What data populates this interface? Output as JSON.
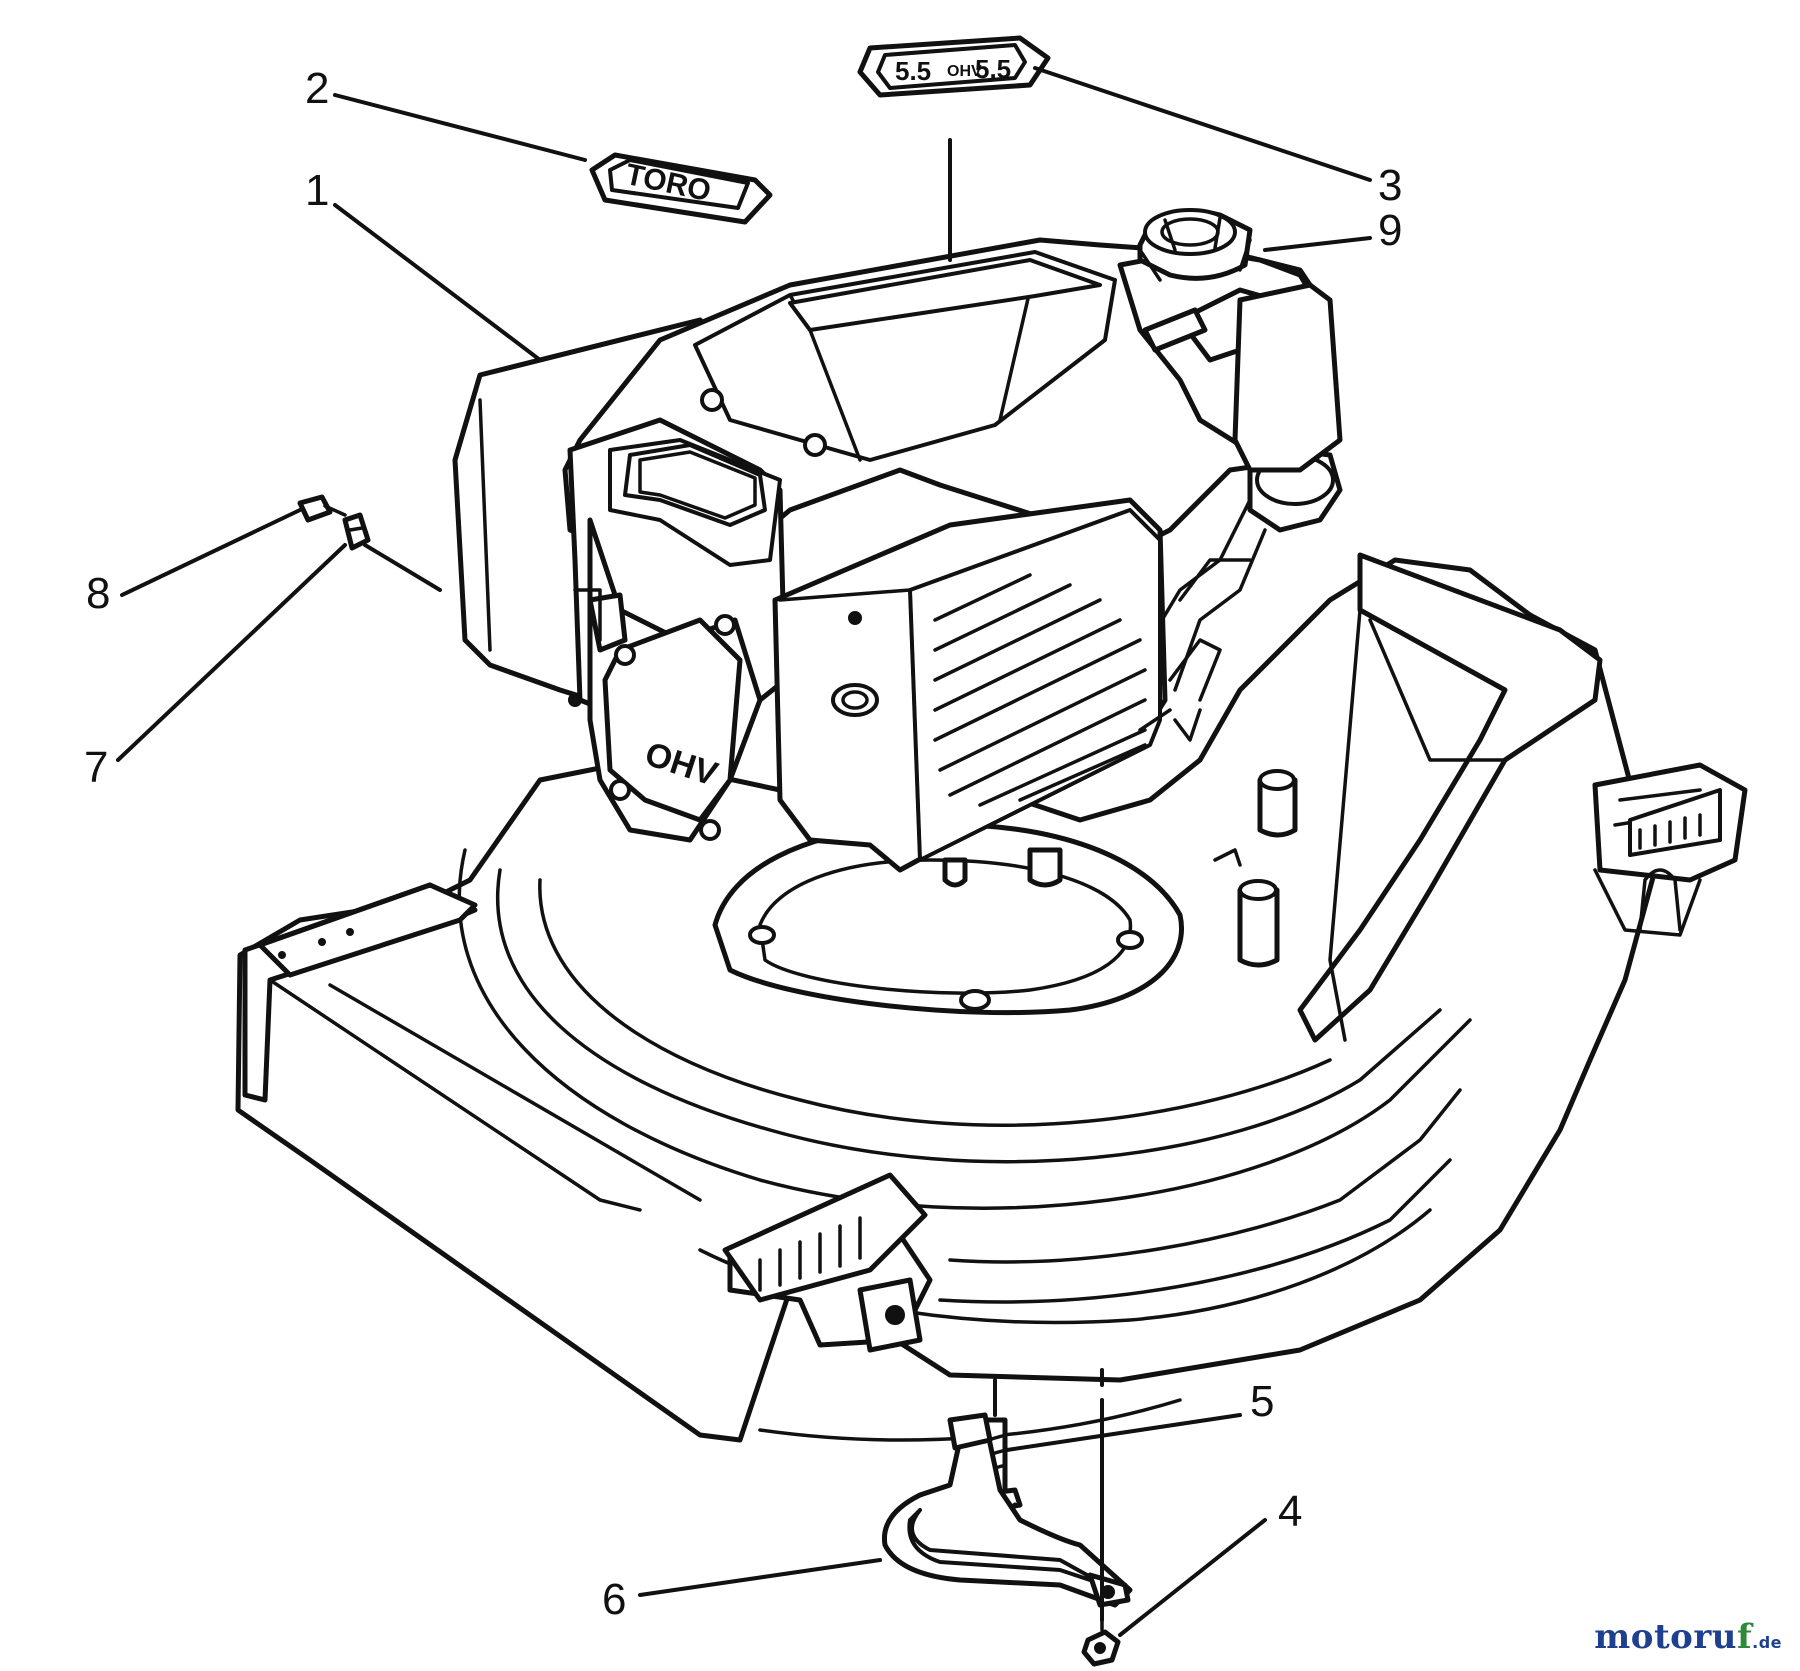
{
  "callouts": [
    {
      "id": "1",
      "label": "1"
    },
    {
      "id": "2",
      "label": "2"
    },
    {
      "id": "3",
      "label": "3"
    },
    {
      "id": "4",
      "label": "4"
    },
    {
      "id": "5",
      "label": "5"
    },
    {
      "id": "6",
      "label": "6"
    },
    {
      "id": "7",
      "label": "7"
    },
    {
      "id": "8",
      "label": "8"
    },
    {
      "id": "9",
      "label": "9"
    }
  ],
  "decals": {
    "brand": "TORO",
    "power_top": "5.5",
    "power_bottom": "5.5",
    "power_mid": "OHV",
    "engine_badge": "OHV"
  },
  "watermark": {
    "main": "motoru",
    "accent": "f",
    "tld": ".de"
  },
  "colors": {
    "line": "#111111",
    "background": "#ffffff",
    "watermark_blue": "#1f3f8f",
    "watermark_green": "#2d8a3a"
  }
}
